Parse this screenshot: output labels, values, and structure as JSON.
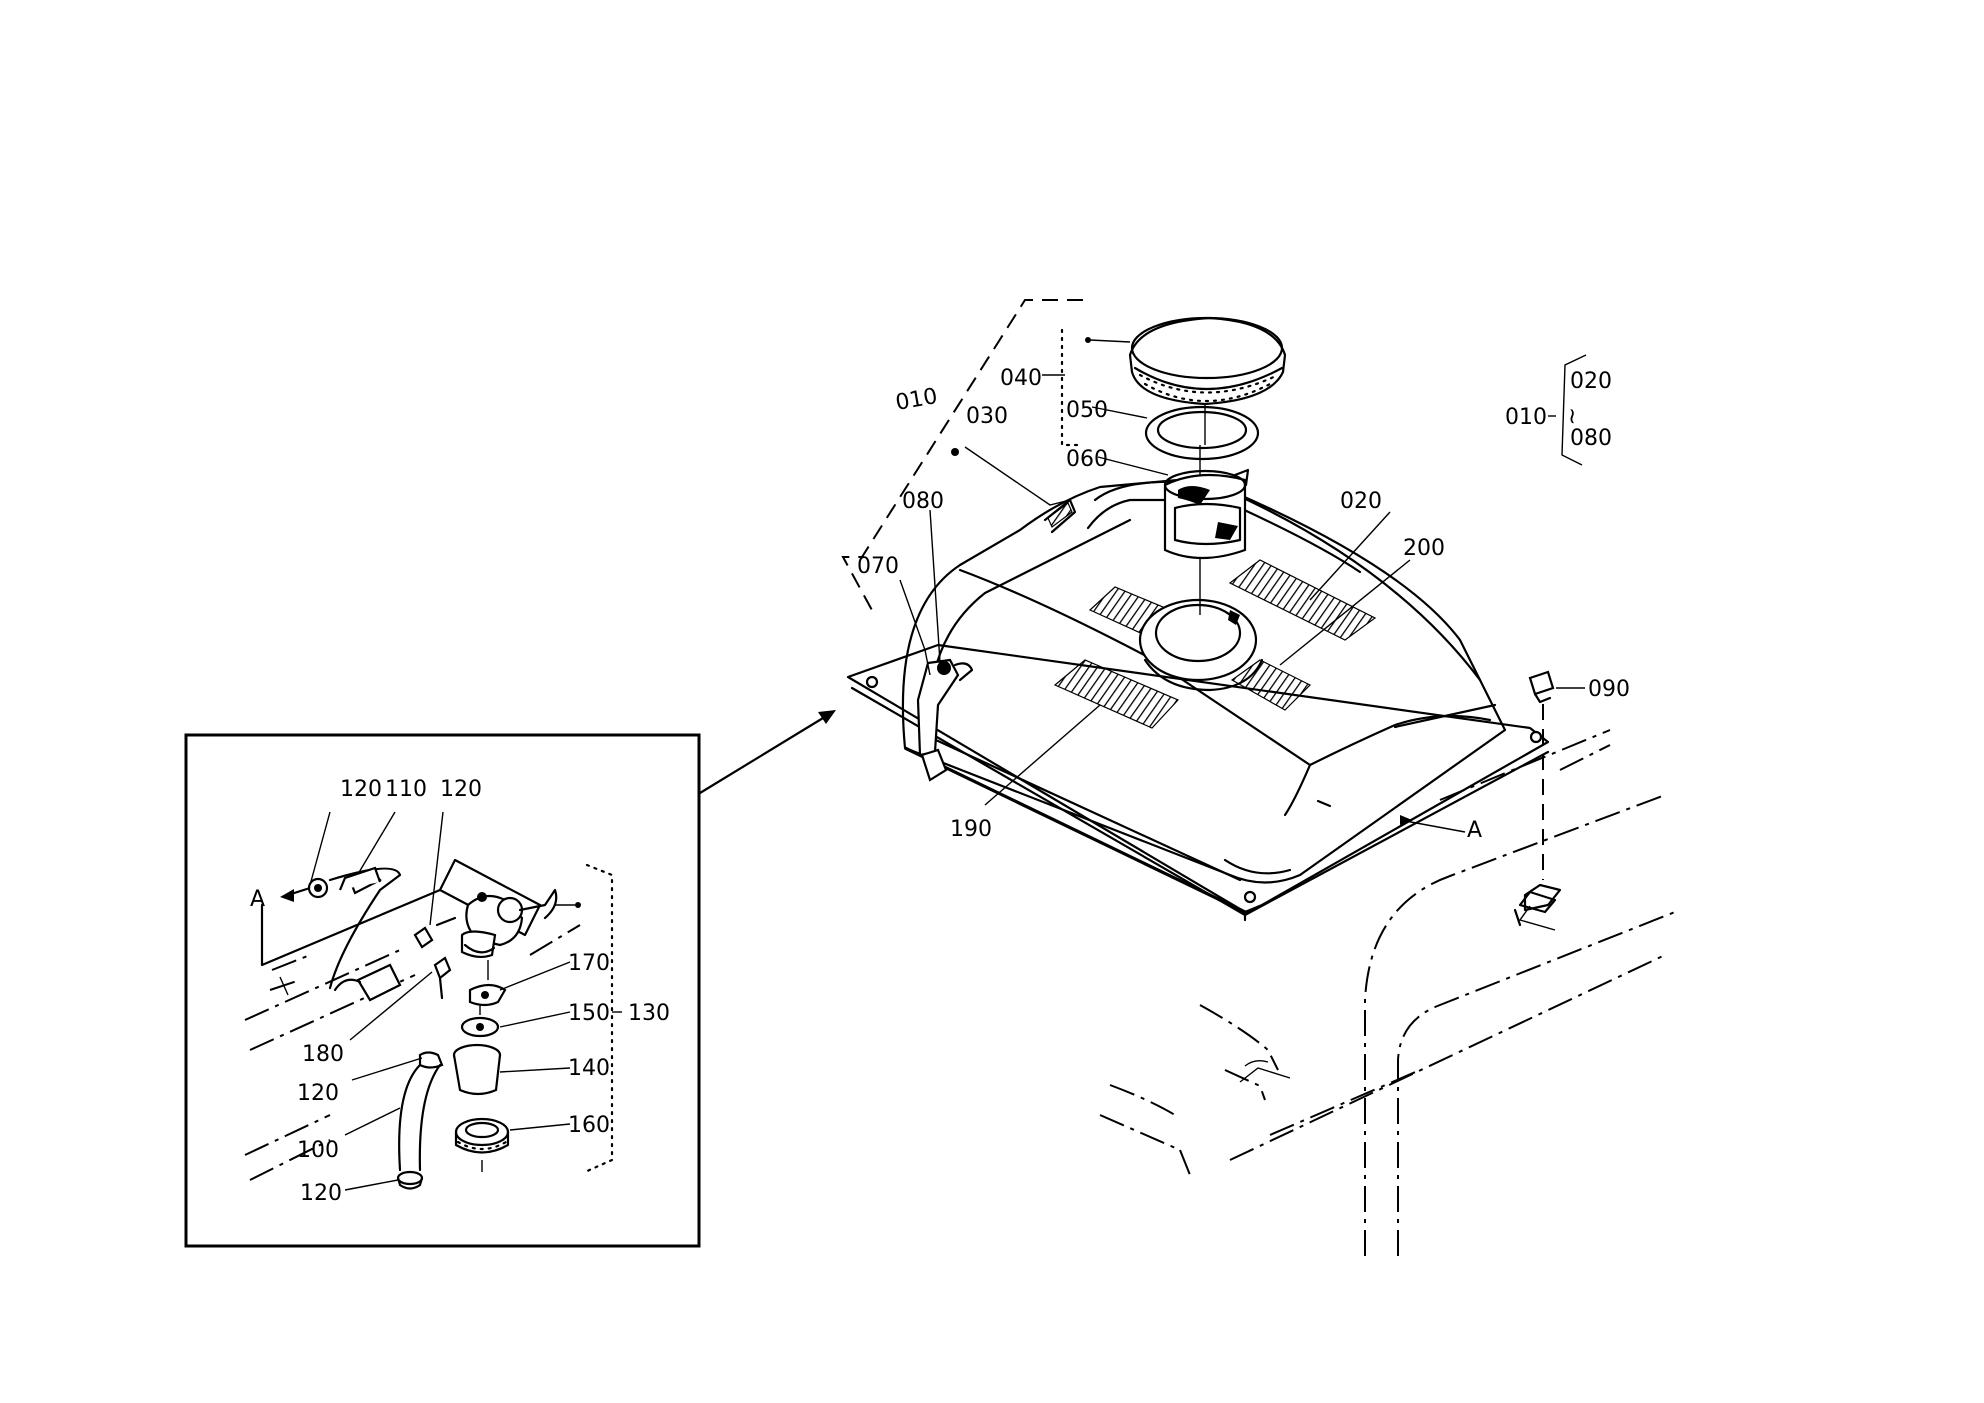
{
  "callouts": {
    "tank_010": "010",
    "tank_030": "030",
    "tank_080": "080",
    "tank_070": "070",
    "tank_040": "040",
    "tank_050": "050",
    "tank_060": "060",
    "tank_020": "020",
    "tank_200": "200",
    "tank_190": "190",
    "tank_090": "090",
    "section_a": "A"
  },
  "legend": {
    "parent": "010",
    "from": "020",
    "tilde": "~",
    "to": "080"
  },
  "inset": {
    "arrow_a": "A",
    "c120_top_left": "120",
    "c110": "110",
    "c120_top_right": "120",
    "c170": "170",
    "c150": "150",
    "c130": "130",
    "c180": "180",
    "c120_mid": "120",
    "c140": "140",
    "c100": "100",
    "c160": "160",
    "c120_bottom": "120"
  }
}
